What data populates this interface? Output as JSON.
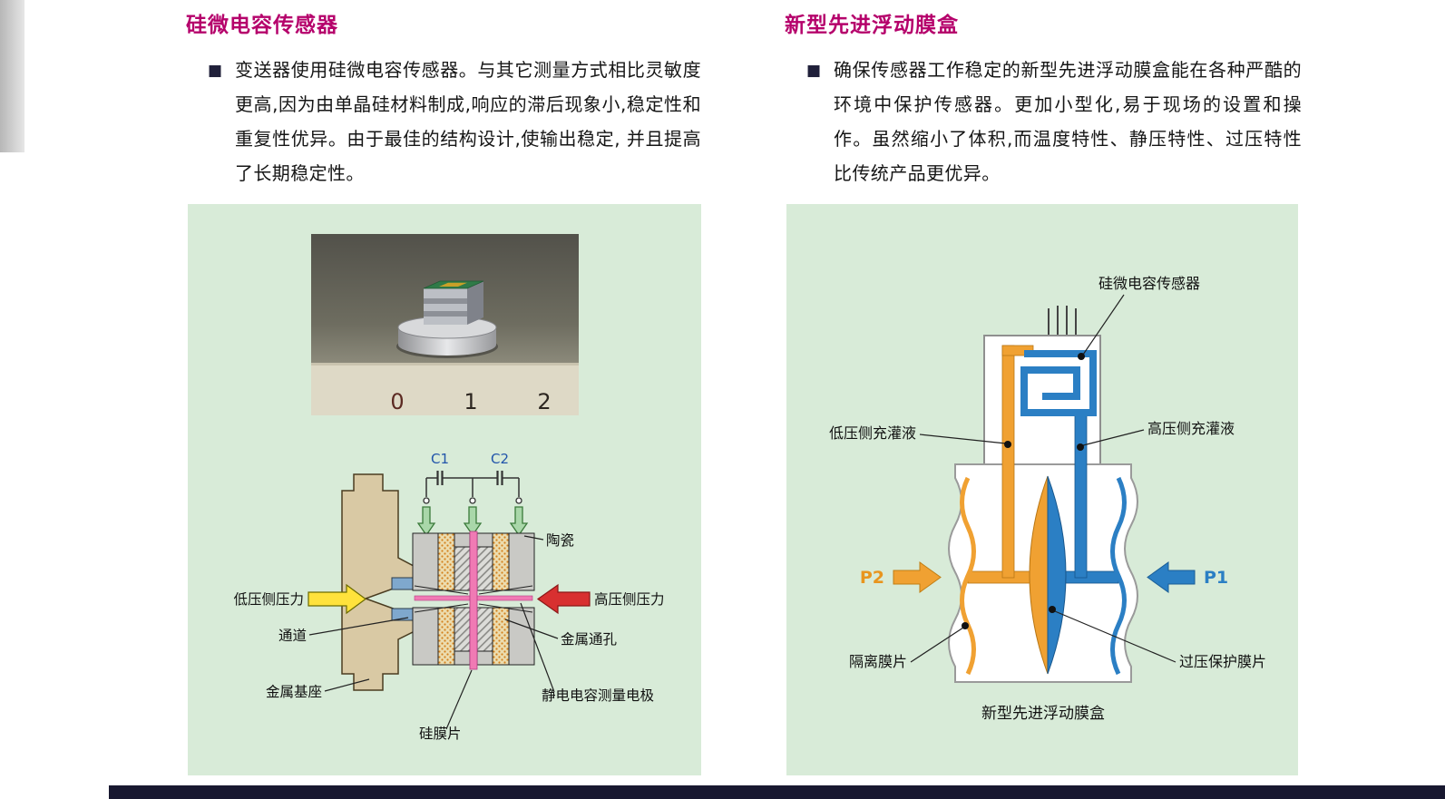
{
  "colors": {
    "accent_title": "#b5016b",
    "panel_bg": "#d8ebd8",
    "orange": "#f0a132",
    "blue": "#2b7fc4",
    "yellow_arrow": "#ffe23c",
    "red_arrow": "#d83030",
    "pink_diaphragm": "#f07ab4"
  },
  "left": {
    "title": "硅微电容传感器",
    "bullet": "■",
    "body": "变送器使用硅微电容传感器。与其它测量方式相比灵敏度更高,因为由单晶硅材料制成,响应的滞后现象小,稳定性和重复性优异。由于最佳的结构设计,使输出稳定, 并且提高了长期稳定性。",
    "photo": {
      "ruler_marks": [
        "0",
        "1",
        "2"
      ]
    },
    "diagram": {
      "c1": "C1",
      "c2": "C2",
      "ceramic": "陶瓷",
      "low_pressure": "低压侧压力",
      "high_pressure": "高压侧压力",
      "channel": "通道",
      "metal_via": "金属通孔",
      "metal_base": "金属基座",
      "electrode": "静电电容测量电极",
      "silicon_diaphragm": "硅膜片"
    }
  },
  "right": {
    "title": "新型先进浮动膜盒",
    "bullet": "■",
    "body": "确保传感器工作稳定的新型先进浮动膜盒能在各种严酷的环境中保护传感器。更加小型化,易于现场的设置和操作。虽然缩小了体积,而温度特性、静压特性、过压特性比传统产品更优异。",
    "diagram": {
      "sensor": "硅微电容传感器",
      "low_fill": "低压侧充灌液",
      "high_fill": "高压侧充灌液",
      "p2": "P2",
      "p1": "P1",
      "isolation": "隔离膜片",
      "overpressure": "过压保护膜片",
      "caption": "新型先进浮动膜盒"
    }
  }
}
